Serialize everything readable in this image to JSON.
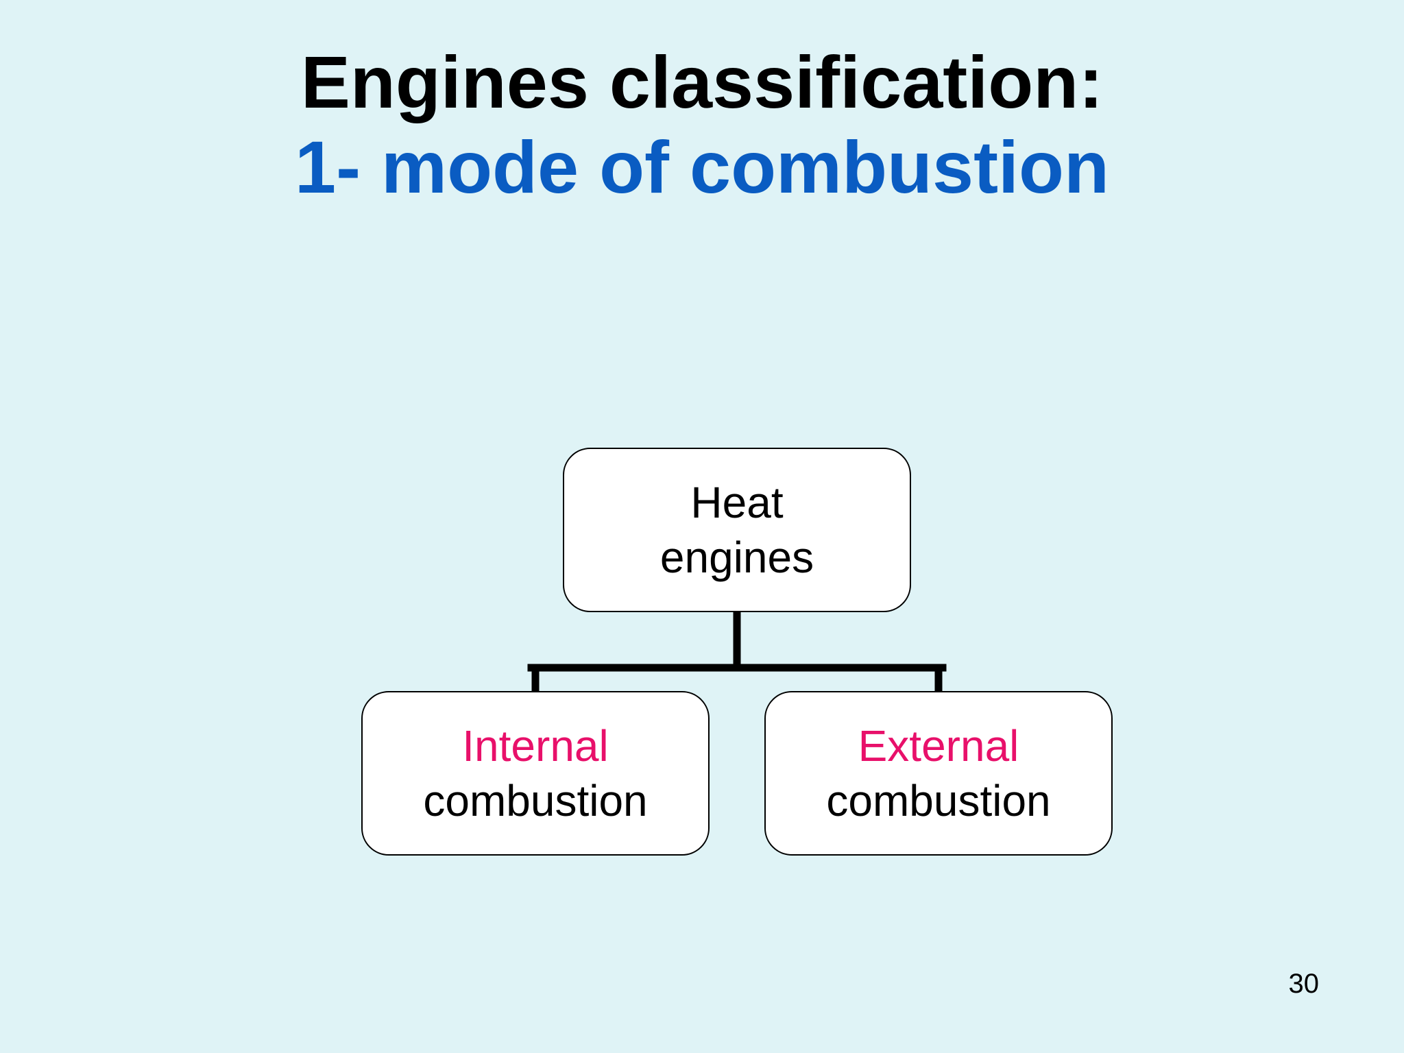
{
  "title": {
    "line1": "Engines classification:",
    "line2": "1- mode of combustion"
  },
  "diagram": {
    "root": {
      "line1": "Heat",
      "line2": "engines"
    },
    "children": [
      {
        "line1": "Internal",
        "line2": "combustion"
      },
      {
        "line1": "External",
        "line2": "combustion"
      }
    ]
  },
  "page_number": "30",
  "colors": {
    "background": "#dff3f6",
    "title_primary": "#000000",
    "title_secondary": "#0a5cc2",
    "accent": "#e8106a",
    "box_fill": "#ffffff",
    "connector": "#000000"
  }
}
